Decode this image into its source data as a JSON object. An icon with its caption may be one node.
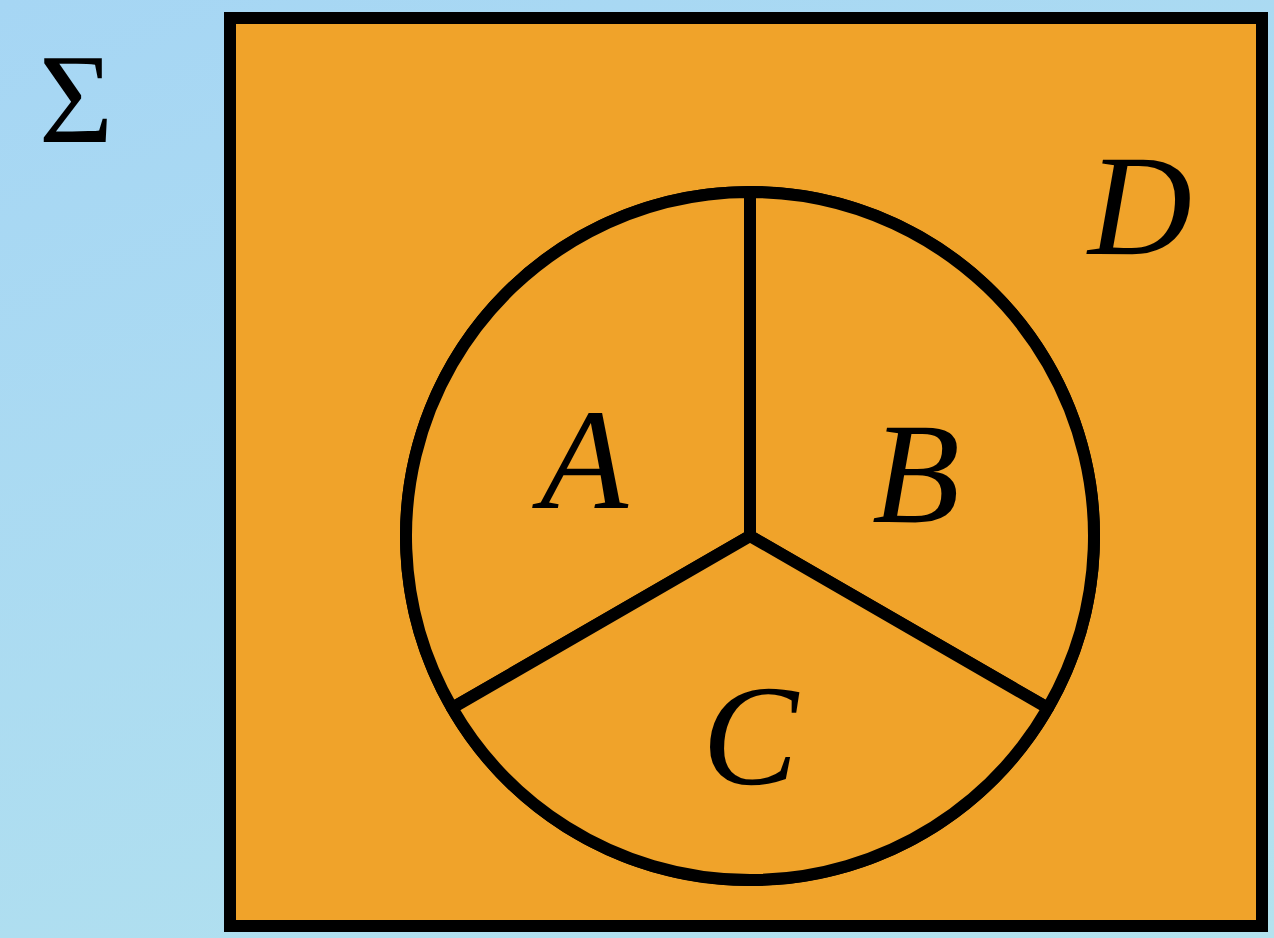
{
  "diagram": {
    "nodes": [
      {
        "text": [
          "Σ"
        ]
      },
      {
        "text": [
          "D"
        ],
        "in": 0
      },
      {
        "text": [],
        "shape": "circle",
        "in": 1
      },
      {
        "text": [
          "A"
        ],
        "in": 2
      },
      {
        "text": [
          "B"
        ],
        "in": 2
      },
      {
        "text": [
          "C"
        ],
        "in": 2
      }
    ]
  }
}
